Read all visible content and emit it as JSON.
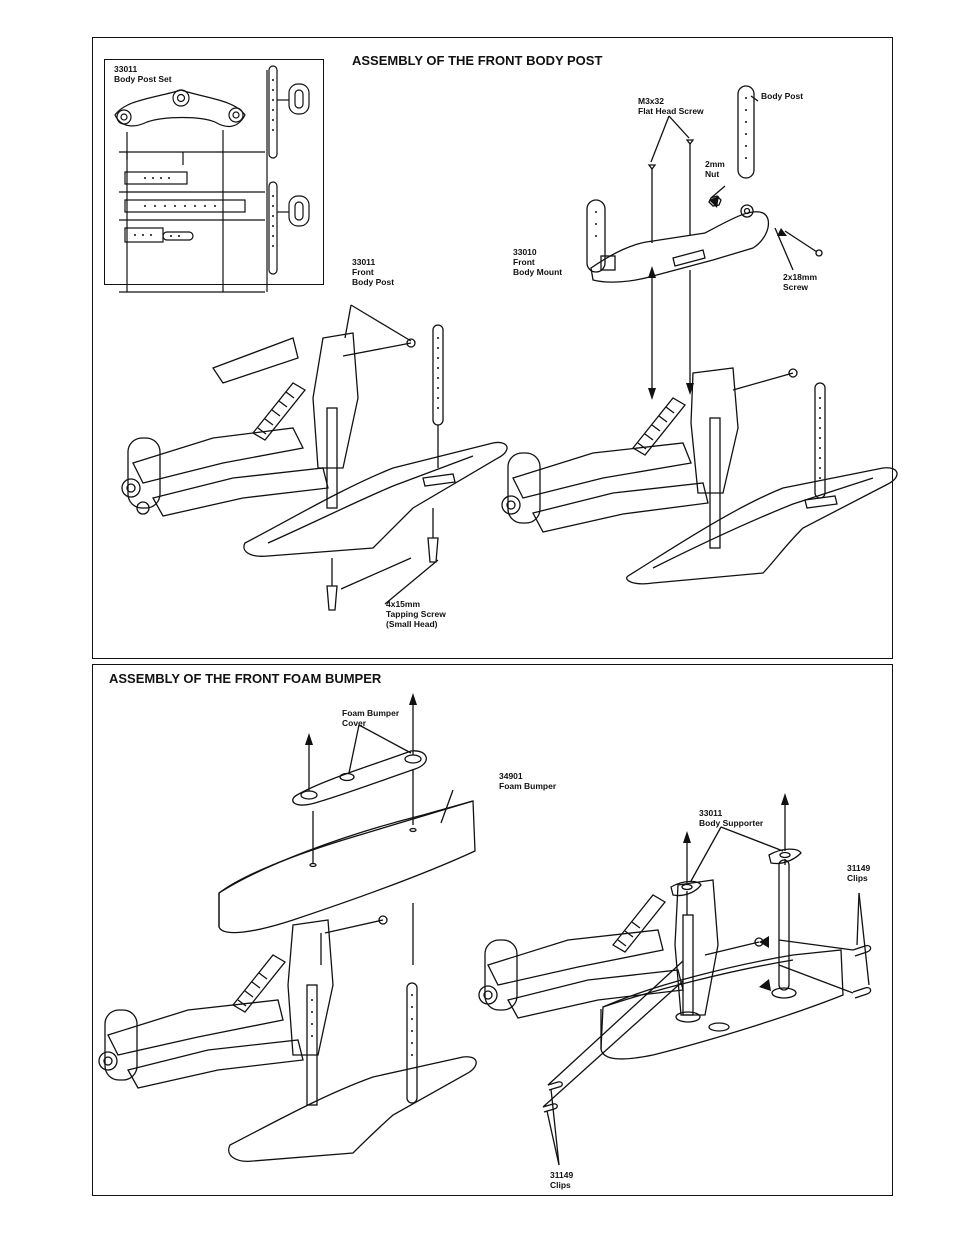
{
  "section1": {
    "title": "ASSEMBLY OF THE FRONT BODY POST",
    "labels": {
      "body_post_set": "33011\nBody Post Set",
      "front_body_post": "33011\nFront\nBody Post",
      "flat_head_screw": "M3x32\nFlat Head Screw",
      "body_post": "Body Post",
      "nut": "2mm\nNut",
      "front_body_mount": "33010\nFront\nBody Mount",
      "screw_2x18": "2x18mm\nScrew",
      "tapping_screw": "4x15mm\nTapping Screw\n(Small Head)"
    }
  },
  "section2": {
    "title": "ASSEMBLY OF THE FRONT FOAM BUMPER",
    "labels": {
      "foam_bumper_cover": "Foam Bumper\nCover",
      "foam_bumper": "34901\nFoam Bumper",
      "body_supporter": "33011\nBody Supporter",
      "clips_right": "31149\nClips",
      "clips_bottom": "31149\nClips"
    }
  }
}
